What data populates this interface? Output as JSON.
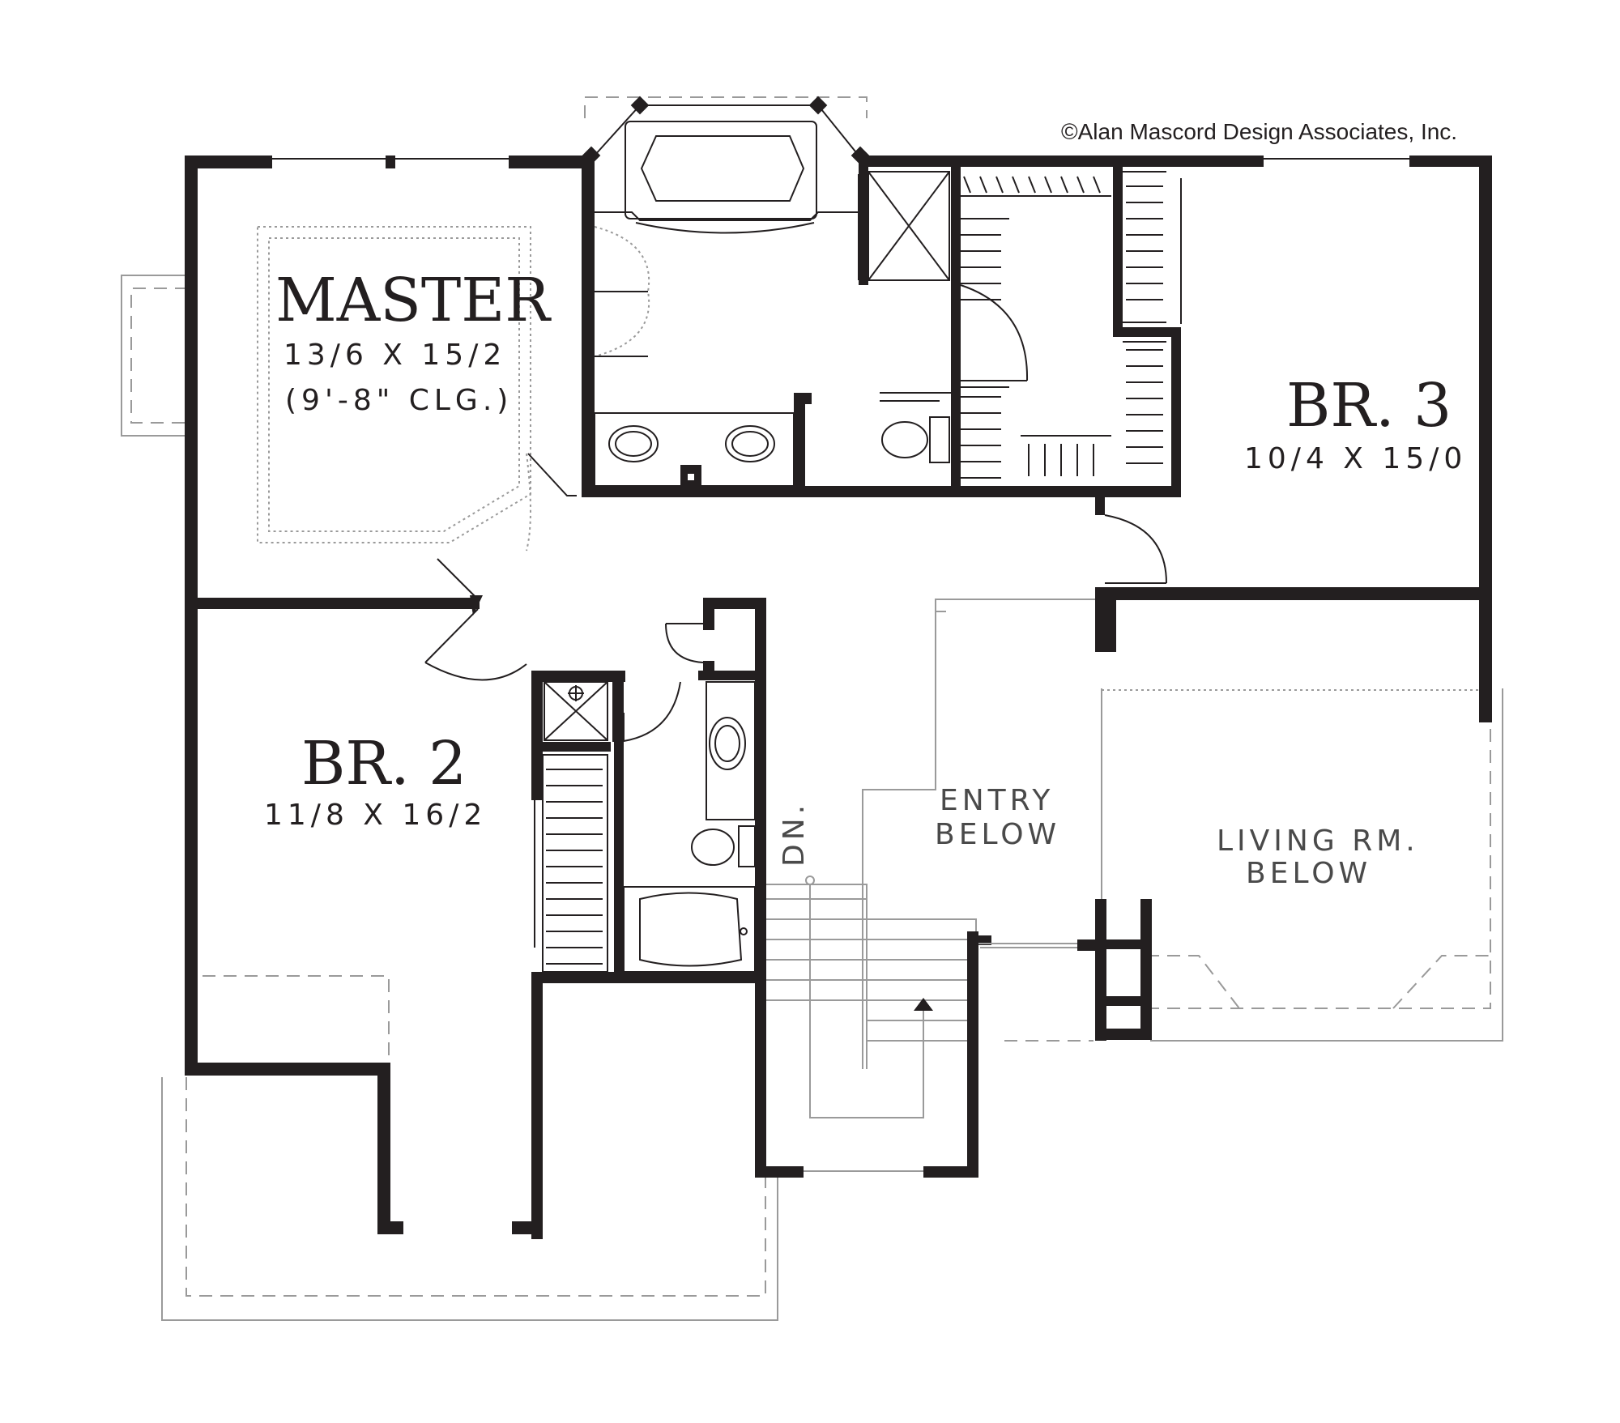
{
  "copyright": "©Alan Mascord Design Associates, Inc.",
  "rooms": {
    "master": {
      "name": "MASTER",
      "dims": "13/6 X 15/2",
      "ceiling": "(9'-8\" CLG.)"
    },
    "br2": {
      "name": "BR. 2",
      "dims": "11/8 X 16/2"
    },
    "br3": {
      "name": "BR. 3",
      "dims": "10/4 X 15/0"
    }
  },
  "open_to_below": {
    "entry": {
      "line1": "ENTRY",
      "line2": "BELOW"
    },
    "living": {
      "line1": "LIVING RM.",
      "line2": "BELOW"
    }
  },
  "stair_label": "DN.",
  "colors": {
    "wall": "#231f20",
    "dashed": "#9a9a9a"
  }
}
